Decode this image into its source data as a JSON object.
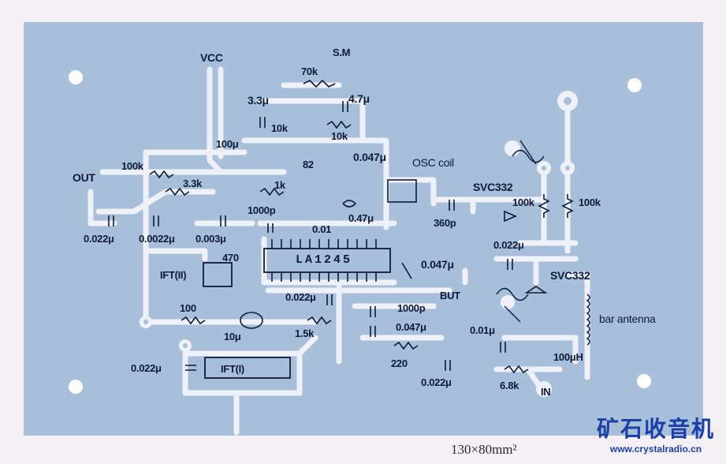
{
  "board": {
    "ic_label": "LA1245",
    "dimensions": "130×80mm²",
    "labels": {
      "vcc": "VCC",
      "sm": "S.M",
      "r_70k": "70k",
      "c_3_3u": "3.3μ",
      "c_4_7u": "4.7μ",
      "r_10k_a": "10k",
      "r_10k_b": "10k",
      "c_100u": "100μ",
      "c_0047_a": "0.047μ",
      "osc_coil": "OSC coil",
      "r_100k_a": "100k",
      "out": "OUT",
      "r_3_3k": "3.3k",
      "r_1k": "1k",
      "r_82": "82",
      "svc332_a": "SVC332",
      "r_100k_b": "100k",
      "r_100k_c": "100k",
      "c_1000p_a": "1000p",
      "c_047": "0.47μ",
      "c_360p": "360p",
      "c_001_a": "0.01",
      "c_0022_a": "0.022μ",
      "c_00022": "0.0022μ",
      "c_0003": "0.003μ",
      "c_0022_b": "0.022μ",
      "r_470": "470",
      "ift2": "IFT(II)",
      "c_0047_b": "0.047μ",
      "svc332_b": "SVC332",
      "but": "BUT",
      "c_0022_c": "0.022μ",
      "r_100": "100",
      "bar_antenna": "bar antenna",
      "c_1000p_b": "1000p",
      "c_10u": "10μ",
      "r_1_5k": "1.5k",
      "c_0047_c": "0.047μ",
      "c_001_b": "0.01μ",
      "r_220": "220",
      "l_100uh": "100μH",
      "c_0022_d": "0.022μ",
      "ift1": "IFT(I)",
      "c_0022_e": "0.022μ",
      "r_6_8k": "6.8k",
      "in": "IN"
    }
  },
  "watermark": {
    "title": "矿石收音机",
    "url": "www.crystalradio.cn"
  },
  "colors": {
    "board": "#a7bfd8",
    "trace": "#eef2f8",
    "ink": "#0f1a3a",
    "watermark": "#1b3fa8"
  }
}
